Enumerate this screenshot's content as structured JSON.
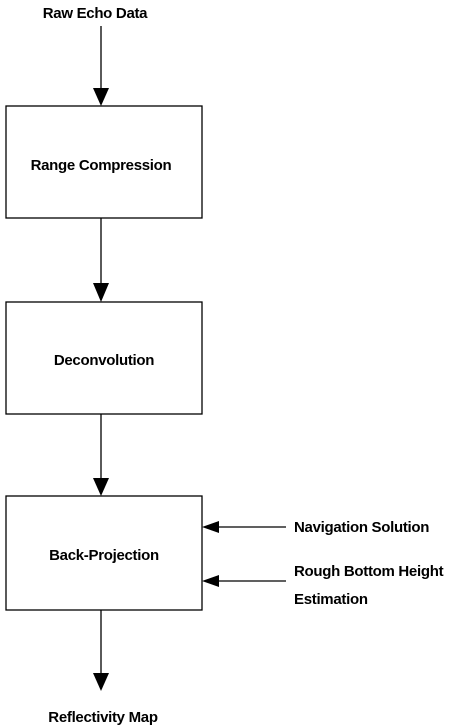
{
  "diagram": {
    "input_label": "Raw Echo Data",
    "steps": [
      {
        "label": "Range Compression"
      },
      {
        "label": "Deconvolution"
      },
      {
        "label": "Back-Projection"
      }
    ],
    "side_inputs": [
      {
        "label": "Navigation Solution"
      },
      {
        "label_line1": "Rough Bottom Height",
        "label_line2": "Estimation"
      }
    ],
    "output_label": "Reflectivity Map"
  }
}
